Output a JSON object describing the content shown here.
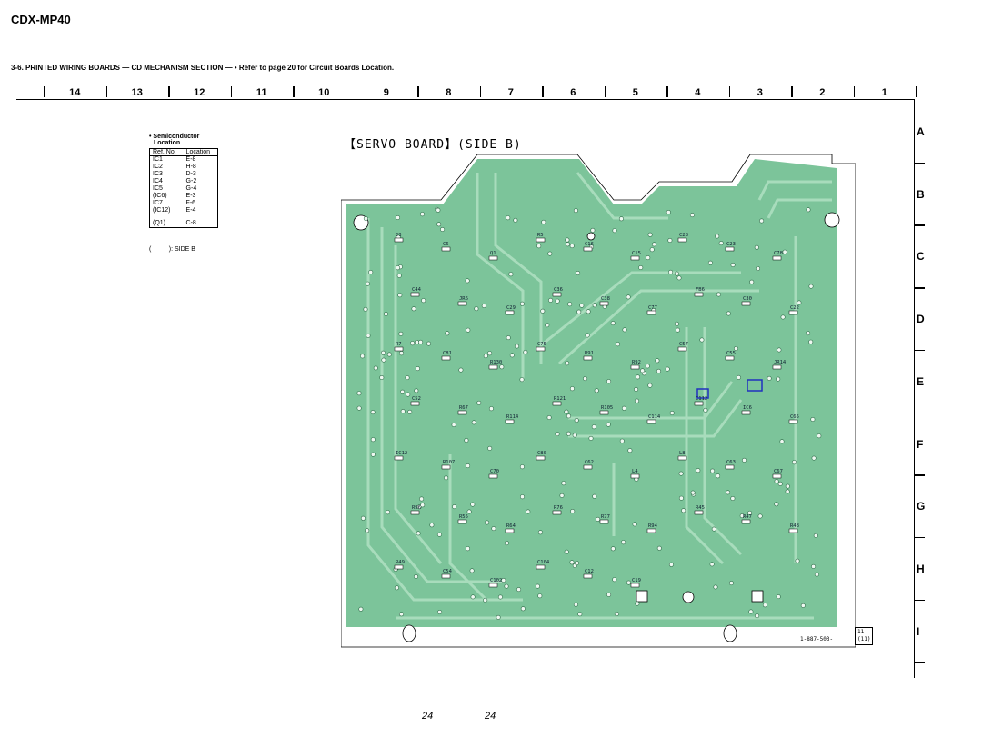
{
  "header": {
    "model": "CDX-MP40",
    "section_title": "3-6. PRINTED WIRING BOARDS — CD MECHANISM SECTION — • Refer to page 20 for Circuit Boards Location."
  },
  "grid": {
    "columns": [
      "14",
      "13",
      "12",
      "11",
      "10",
      "9",
      "8",
      "7",
      "6",
      "5",
      "4",
      "3",
      "2",
      "1"
    ],
    "rows": [
      "A",
      "B",
      "C",
      "D",
      "E",
      "F",
      "G",
      "H",
      "I"
    ]
  },
  "location_table": {
    "heading_line1": "• Semiconductor",
    "heading_line2": "Location",
    "col_ref": "Ref. No.",
    "col_loc": "Location",
    "rows": [
      {
        "ref": "IC1",
        "loc": "E-8"
      },
      {
        "ref": "IC2",
        "loc": "H-8"
      },
      {
        "ref": "IC3",
        "loc": "D-3"
      },
      {
        "ref": "IC4",
        "loc": "G-2"
      },
      {
        "ref": "IC5",
        "loc": "G-4"
      },
      {
        "ref": "(IC6)",
        "loc": "E-3"
      },
      {
        "ref": "IC7",
        "loc": "F-6"
      },
      {
        "ref": "(IC12)",
        "loc": "E-4"
      },
      {
        "ref": "(Q1)",
        "loc": "C-8"
      }
    ],
    "note": "(          ): SIDE B"
  },
  "board": {
    "title": "【SERVO BOARD】(SIDE B)",
    "id_text": "1-887-503-",
    "rev_line1": "11",
    "rev_line2": "(11)",
    "board_color": "#7cc49a",
    "trace_color": "#a8dcbc",
    "labels": [
      "C3",
      "C6",
      "Q1",
      "R5",
      "C16",
      "C15",
      "C28",
      "C23",
      "C78",
      "C44",
      "JR6",
      "C29",
      "C36",
      "C38",
      "C77",
      "FB6",
      "C30",
      "C22",
      "R7",
      "C81",
      "R130",
      "C75",
      "R91",
      "R92",
      "C57",
      "C55",
      "JR14",
      "C52",
      "R67",
      "R114",
      "R121",
      "R105",
      "C114",
      "C112",
      "IC6",
      "C65",
      "IC12",
      "R107",
      "C70",
      "C80",
      "C62",
      "L4",
      "L8",
      "C63",
      "C67",
      "R96",
      "R55",
      "R64",
      "R76",
      "R77",
      "R94",
      "R45",
      "R47",
      "R48",
      "R49",
      "C54",
      "C102",
      "C104",
      "C12",
      "C19"
    ]
  },
  "footer": {
    "page_left": "24",
    "page_right": "24"
  }
}
